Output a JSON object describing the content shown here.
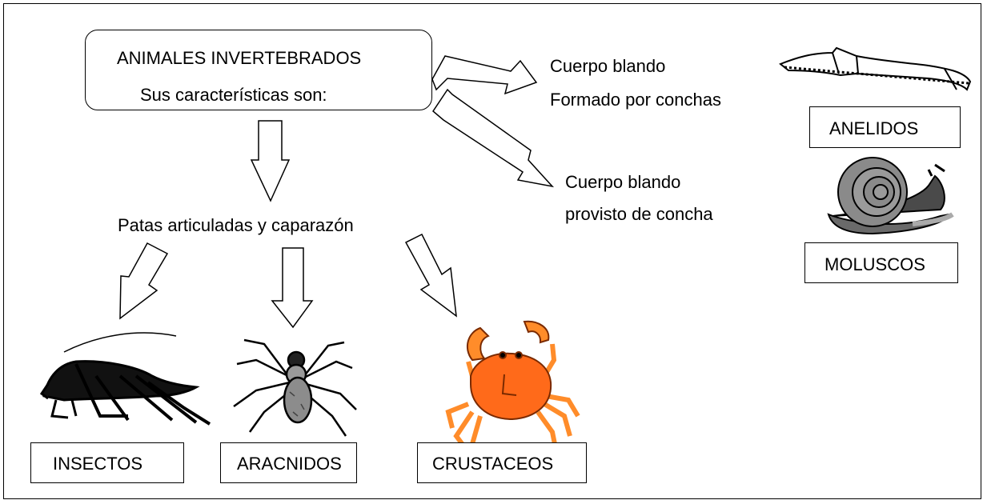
{
  "title_box": {
    "line1": "ANIMALES INVERTEBRADOS",
    "line2": "Sus características son:"
  },
  "branches": {
    "annelid_trait_1": "Cuerpo blando",
    "annelid_trait_2": "Formado por conchas",
    "mollusk_trait_1": "Cuerpo blando",
    "mollusk_trait_2": "provisto de concha",
    "arthropod_trait": "Patas articuladas y caparazón"
  },
  "groups": {
    "annelids": "ANELIDOS",
    "mollusks": "MOLUSCOS",
    "insects": "INSECTOS",
    "arachnids": "ARACNIDOS",
    "crustaceans": "CRUSTACEOS"
  },
  "icons": [
    "worm-icon",
    "snail-icon",
    "cricket-icon",
    "spider-icon",
    "crab-icon"
  ],
  "colors": {
    "crab": "#ff6a1a",
    "crab_outline": "#7a2a00",
    "snail_shell": "#8a8a8a"
  }
}
